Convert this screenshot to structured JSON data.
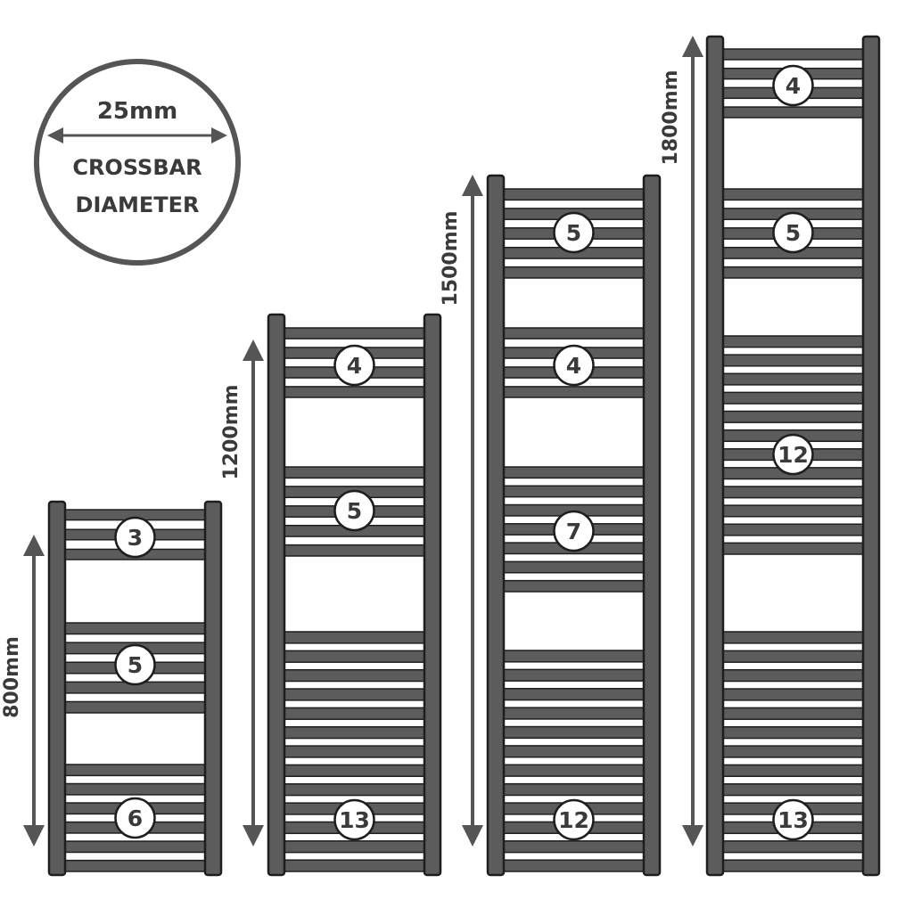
{
  "crossbar": {
    "size": "25mm",
    "line1": "CROSSBAR",
    "line2": "DIAMETER"
  },
  "colors": {
    "rail": "#5c5c5c",
    "outline": "#1e1e1e",
    "badge_fill": "#ffffff",
    "text": "#3a3a3a"
  },
  "radiators": [
    {
      "height_label": "800mm",
      "groups": [
        3,
        5,
        6
      ]
    },
    {
      "height_label": "1200mm",
      "groups": [
        4,
        5,
        13
      ]
    },
    {
      "height_label": "1500mm",
      "groups": [
        5,
        4,
        7,
        12
      ]
    },
    {
      "height_label": "1800mm",
      "groups": [
        4,
        5,
        12,
        13
      ]
    }
  ]
}
